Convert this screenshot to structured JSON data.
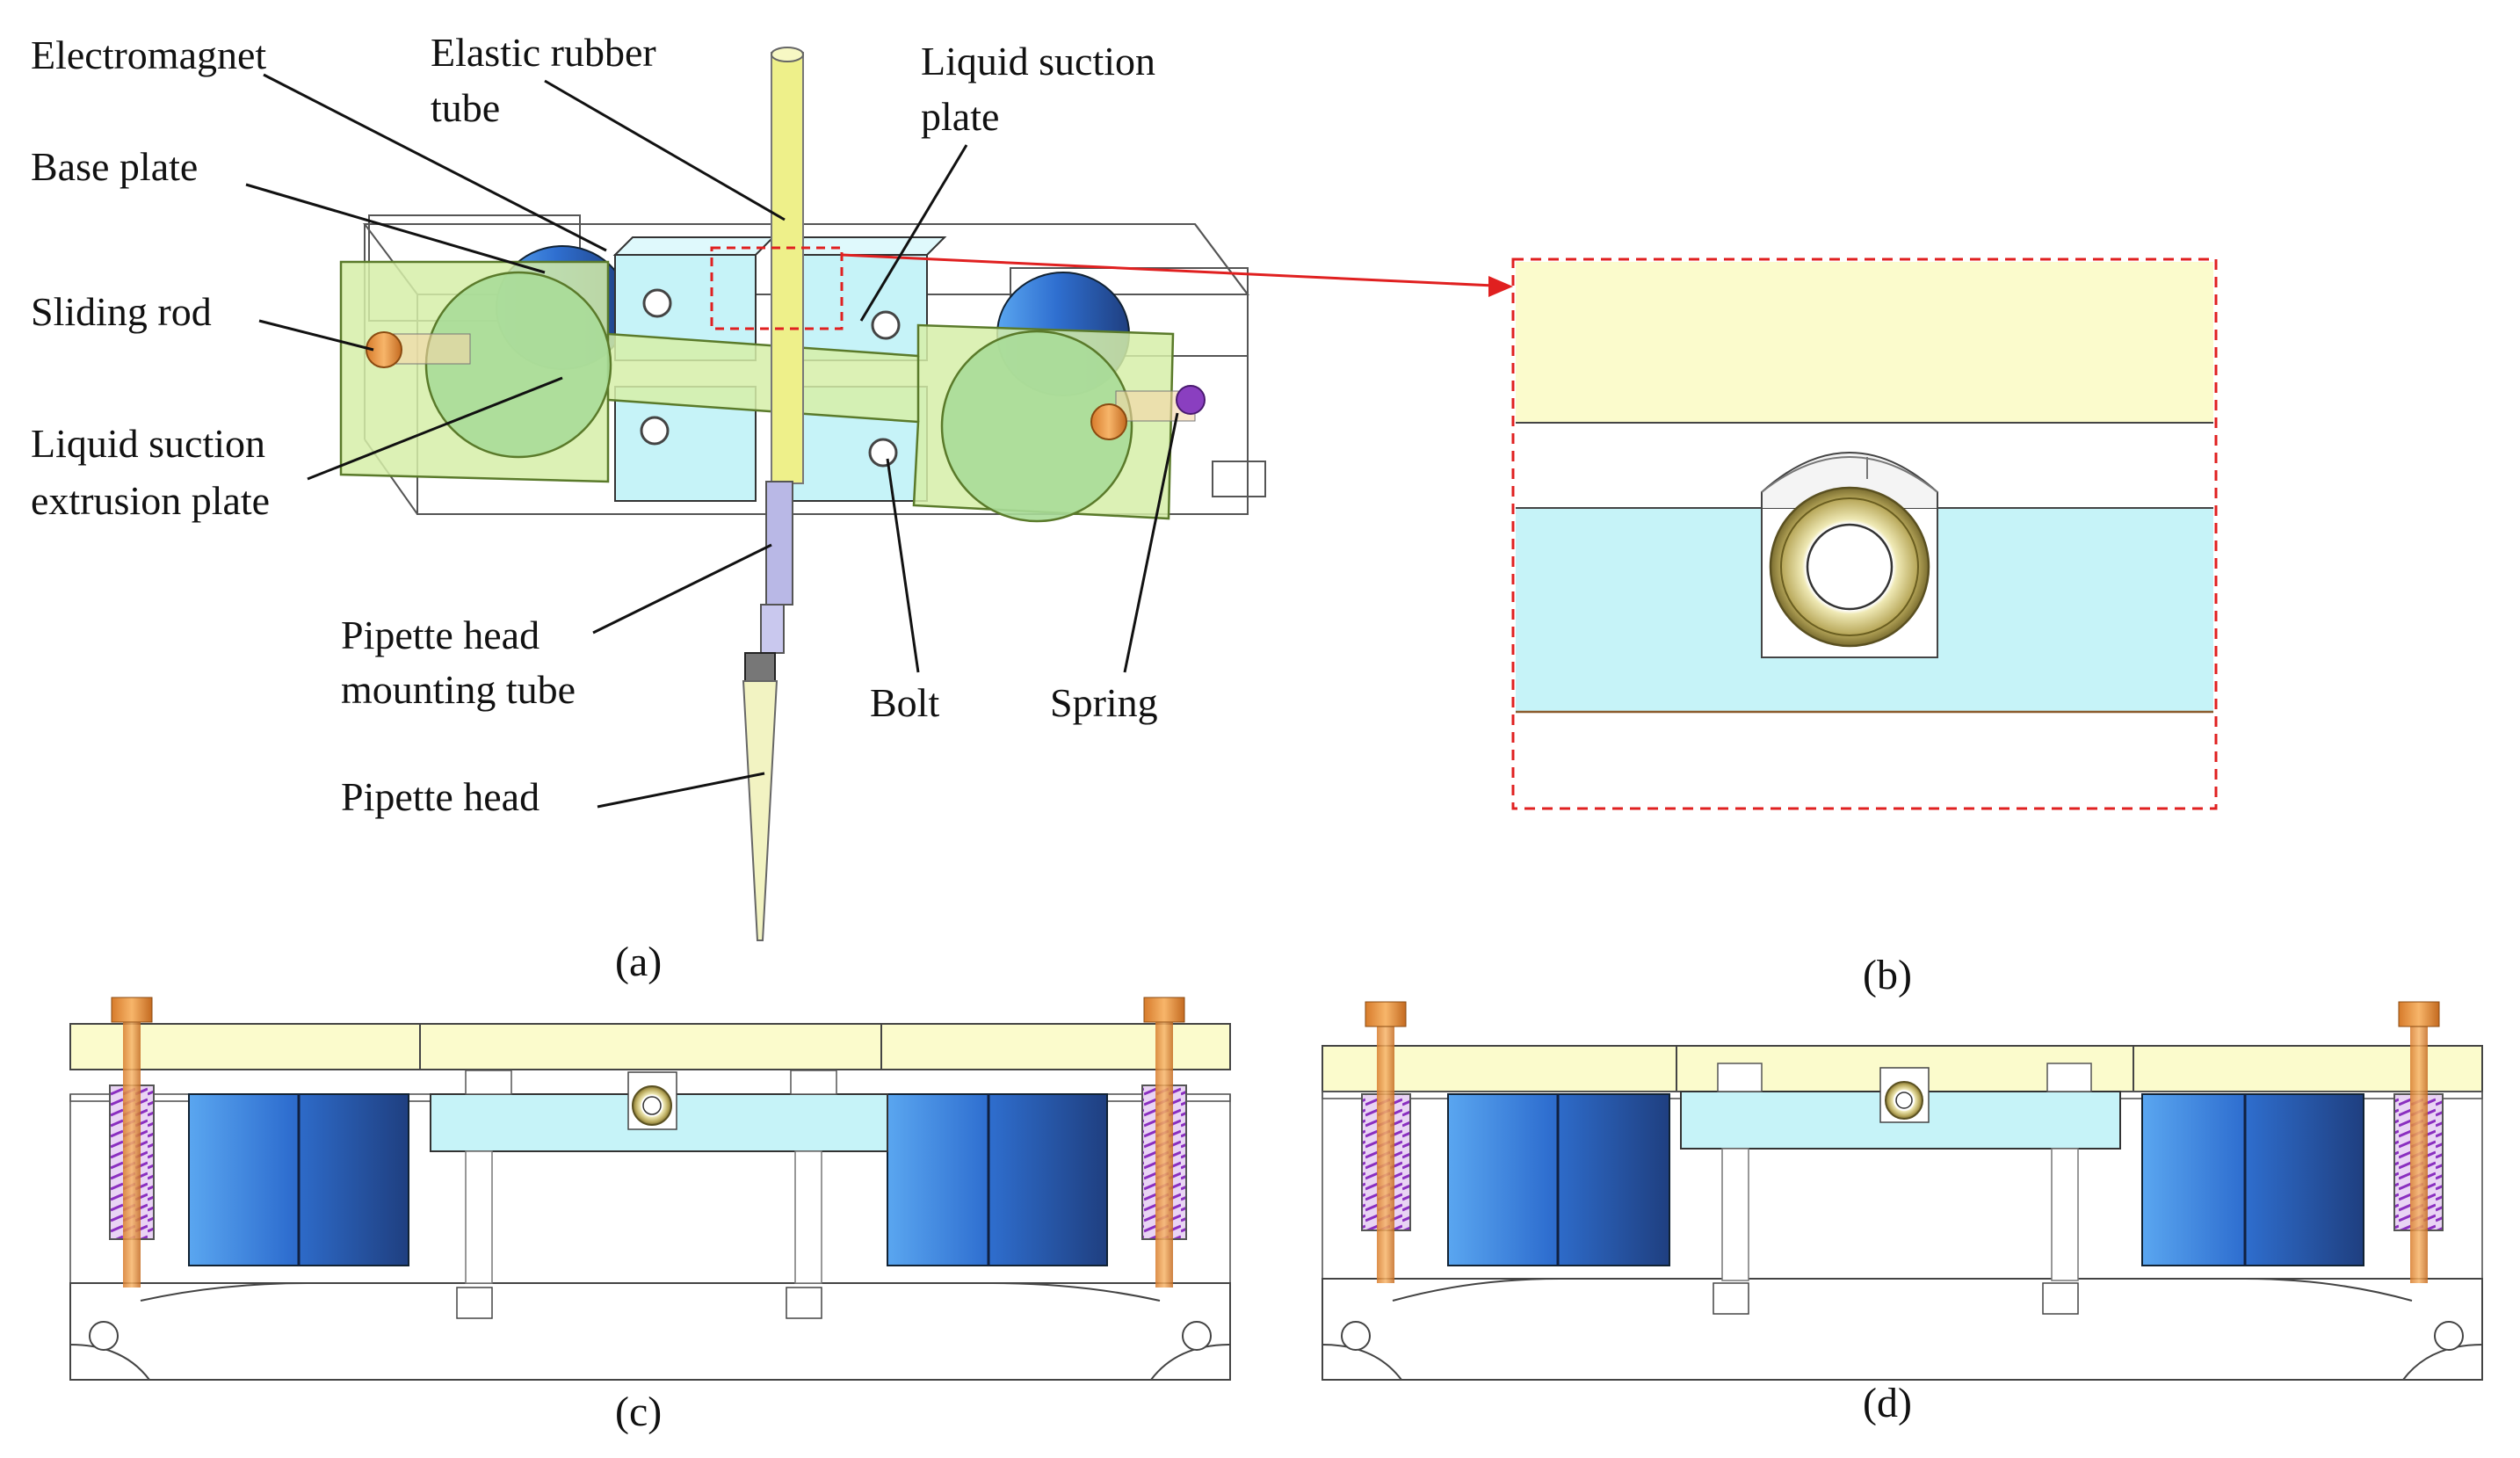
{
  "labels": {
    "electromagnet": "Electromagnet",
    "elastic_rubber_tube_1": "Elastic rubber",
    "elastic_rubber_tube_2": "tube",
    "liquid_suction_plate_1": "Liquid suction",
    "liquid_suction_plate_2": "plate",
    "base_plate": "Base plate",
    "sliding_rod": "Sliding rod",
    "extrusion_plate_1": "Liquid suction",
    "extrusion_plate_2": "extrusion plate",
    "mounting_tube_1": "Pipette head",
    "mounting_tube_2": "mounting tube",
    "bolt": "Bolt",
    "spring": "Spring",
    "pipette_head": "Pipette head"
  },
  "captions": {
    "a": "(a)",
    "b": "(b)",
    "c": "(c)",
    "d": "(d)"
  },
  "colors": {
    "extrusion_plate": "#d6efa8",
    "suction_plate": "#c6f3f8",
    "top_plate": "#fbfbcc",
    "electromagnet": "#2f6fd0",
    "spring": "#9a3fc4",
    "rod": "#f0a050",
    "tube": "#e9ec7a",
    "mount_tube": "#b9b8e6",
    "callout": "#e02020"
  }
}
